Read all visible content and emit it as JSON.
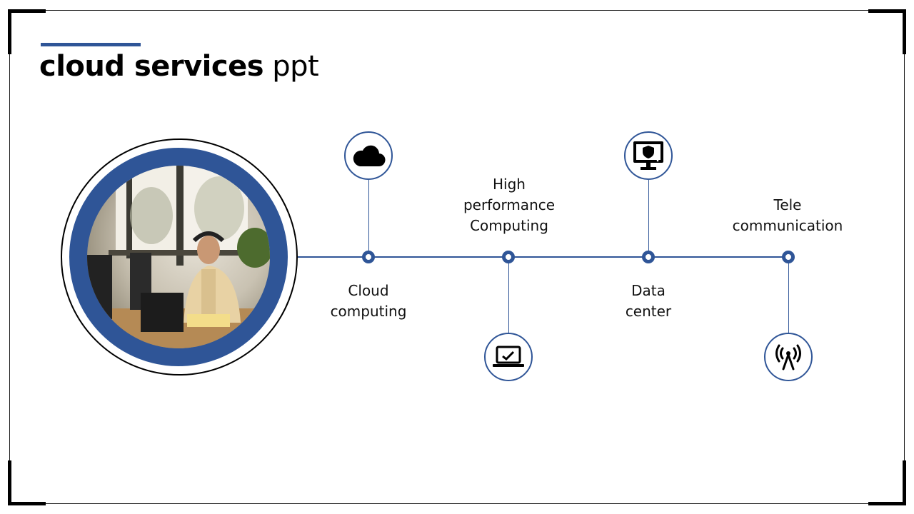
{
  "slide": {
    "title_bold": "cloud services",
    "title_regular": " ppt"
  },
  "colors": {
    "accent": "#2f5597",
    "frame": "#000000"
  },
  "items": [
    {
      "label_line1": "Cloud",
      "label_line2": "computing",
      "label_line3": "",
      "icon": "cloud-icon"
    },
    {
      "label_line1": "High",
      "label_line2": "performance",
      "label_line3": "Computing",
      "icon": "laptop-chart-icon"
    },
    {
      "label_line1": "Data",
      "label_line2": "center",
      "label_line3": "",
      "icon": "monitor-shield-icon"
    },
    {
      "label_line1": "Tele",
      "label_line2": "communication",
      "label_line3": "",
      "icon": "antenna-icon"
    }
  ]
}
